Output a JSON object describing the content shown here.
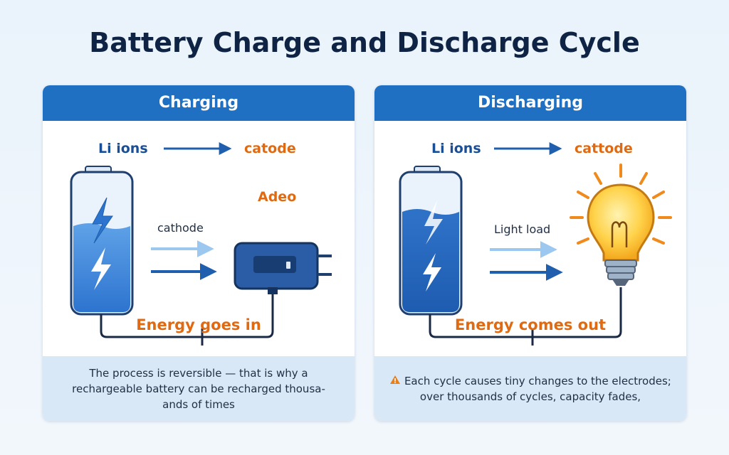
{
  "title": "Battery Charge and Discharge Cycle",
  "charging": {
    "header": "Charging",
    "ion_label": "Li ions",
    "ion_target": "catode",
    "arrow_label": "cathode",
    "device_label": "Adeo",
    "energy_text": "Energy goes in",
    "note": "The process is reversible — that is why a rechargeable battery can be recharged thousa-ands of times"
  },
  "discharging": {
    "header": "Discharging",
    "ion_label": "Li ions",
    "ion_target": "cattode",
    "arrow_label": "Light load",
    "energy_text": "Energy comes out",
    "note": "Each cycle causes tiny changes to the electrodes; over thousands of cycles, capacity fades,"
  },
  "icons": [
    "battery-icon",
    "lightning-icon",
    "charger-icon",
    "lightbulb-icon",
    "warning-icon"
  ],
  "colors": {
    "title": "#0f2344",
    "header": "#1f6fc2",
    "ion_text": "#1a4f96",
    "accent_orange": "#e06a12",
    "footer": "#d9e8f7",
    "battery_fill": "#3b8ae0",
    "wire": "#1b2a44"
  }
}
